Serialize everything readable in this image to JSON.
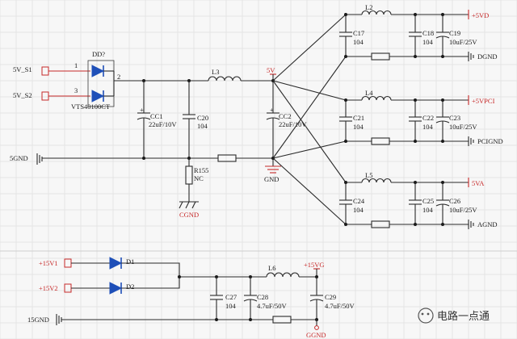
{
  "components": {
    "DD7": {
      "ref": "DD?",
      "part": "VTS40100CT",
      "pin1": "1",
      "pin2": "2",
      "pin3": "3"
    },
    "CC1": {
      "ref": "CC1",
      "value": "22uF/10V"
    },
    "C20": {
      "ref": "C20",
      "value": "104"
    },
    "L3": {
      "ref": "L3"
    },
    "R155": {
      "ref": "R155",
      "value": "NC"
    },
    "CC2": {
      "ref": "CC2",
      "value": "22uF/10V"
    },
    "L2": {
      "ref": "L2"
    },
    "C17": {
      "ref": "C17",
      "value": "104"
    },
    "C18": {
      "ref": "C18",
      "value": "104"
    },
    "C19": {
      "ref": "C19",
      "value": "10uF/25V"
    },
    "L4": {
      "ref": "L4"
    },
    "C21": {
      "ref": "C21",
      "value": "104"
    },
    "C22": {
      "ref": "C22",
      "value": "104"
    },
    "C23": {
      "ref": "C23",
      "value": "10uF/25V"
    },
    "L5": {
      "ref": "L5"
    },
    "C24": {
      "ref": "C24",
      "value": "104"
    },
    "C25": {
      "ref": "C25",
      "value": "104"
    },
    "C26": {
      "ref": "C26",
      "value": "10uF/25V"
    },
    "D1": {
      "ref": "D1"
    },
    "D2": {
      "ref": "D2"
    },
    "L6": {
      "ref": "L6"
    },
    "C27": {
      "ref": "C27",
      "value": "104"
    },
    "C28": {
      "ref": "C28",
      "value": "4.7uF/50V"
    },
    "C29": {
      "ref": "C29",
      "value": "4.7uF/50V"
    }
  },
  "nets": {
    "in_s1": "5V_S1",
    "in_s2": "5V_S2",
    "gnd5": "5GND",
    "cgnd": "CGND",
    "v5": "5V",
    "gnd": "GND",
    "vd": "+5VD",
    "dgnd": "DGND",
    "vpci": "+5VPCI",
    "pcignd": "PCIGND",
    "va": "5VA",
    "agnd": "AGND",
    "v15_1": "+15V1",
    "v15_2": "+15V2",
    "gnd15": "15GND",
    "v15g": "+15VG",
    "ggnd": "GGND"
  },
  "watermark": "电路一点通",
  "colors": {
    "wire": "#2a2a2a",
    "net_red": "#c62828",
    "diode": "#1e4fb8",
    "background": "#f7f7f7"
  }
}
